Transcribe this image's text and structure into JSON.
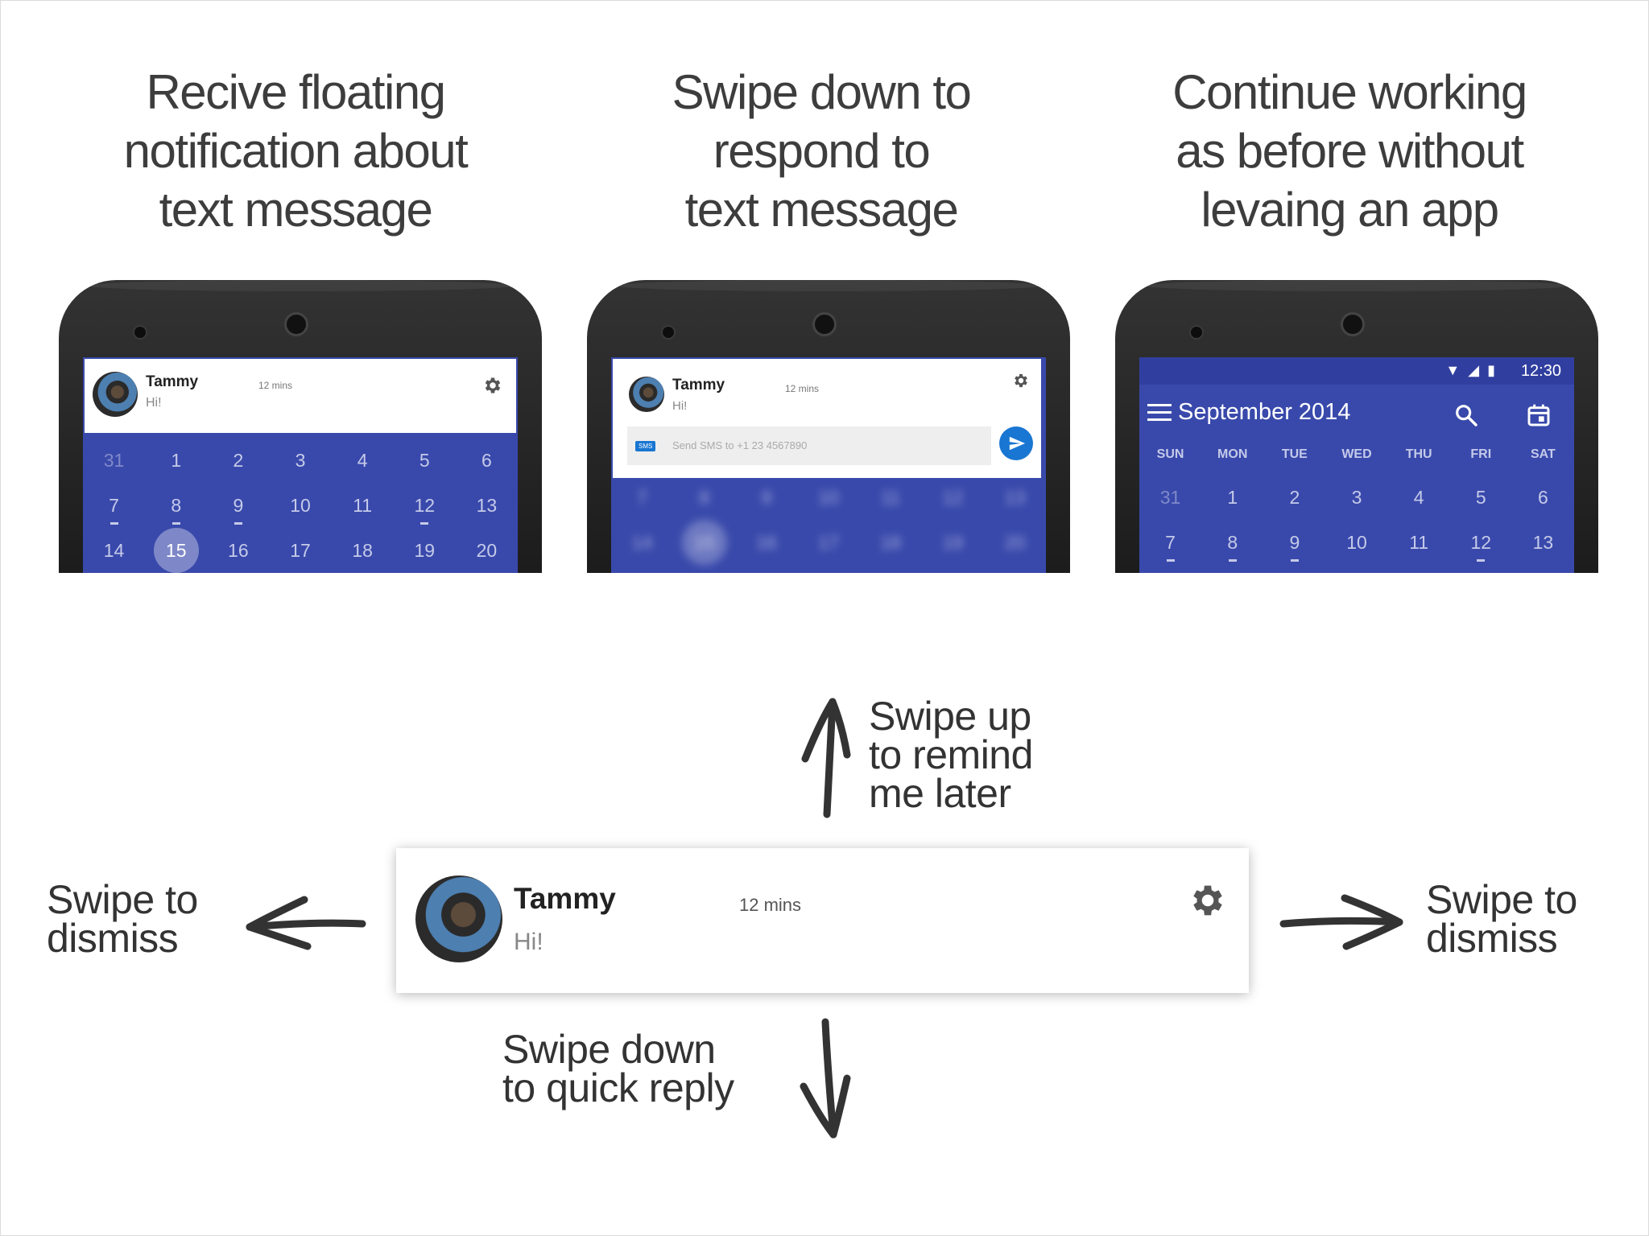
{
  "columns": [
    {
      "title_lines": [
        "Recive floating",
        "notification about",
        "text message"
      ]
    },
    {
      "title_lines": [
        "Swipe down to",
        "respond to",
        "text message"
      ]
    },
    {
      "title_lines": [
        "Continue working",
        "as before without",
        "levaing an app"
      ]
    }
  ],
  "notification": {
    "name": "Tammy",
    "message": "Hi!",
    "time": "12 mins",
    "reply_badge": "SMS",
    "reply_placeholder": "Send SMS to +1 23 4567890"
  },
  "calendar": {
    "title": "September 2014",
    "status_time": "12:30",
    "days": [
      "SUN",
      "MON",
      "TUE",
      "WED",
      "THU",
      "FRI",
      "SAT"
    ],
    "weeks": [
      [
        "31",
        "1",
        "2",
        "3",
        "4",
        "5",
        "6"
      ],
      [
        "7",
        "8",
        "9",
        "10",
        "11",
        "12",
        "13"
      ],
      [
        "14",
        "15",
        "16",
        "17",
        "18",
        "19",
        "20"
      ]
    ],
    "today": "15"
  },
  "hints": {
    "up": [
      "Swipe up",
      "to remind",
      "me later"
    ],
    "down": [
      "Swipe down",
      "to quick reply"
    ],
    "left": [
      "Swipe to",
      "dismiss"
    ],
    "right": [
      "Swipe to",
      "dismiss"
    ]
  },
  "icons": {
    "settings": "gear-icon",
    "send": "send-icon",
    "search": "search-icon",
    "calendar": "calendar-icon",
    "menu": "menu-icon"
  },
  "colors": {
    "calendar_bg": "#3949ab",
    "status_bar": "#303f9f",
    "send_button": "#1976d2",
    "text_dark": "#3d3d3d"
  }
}
